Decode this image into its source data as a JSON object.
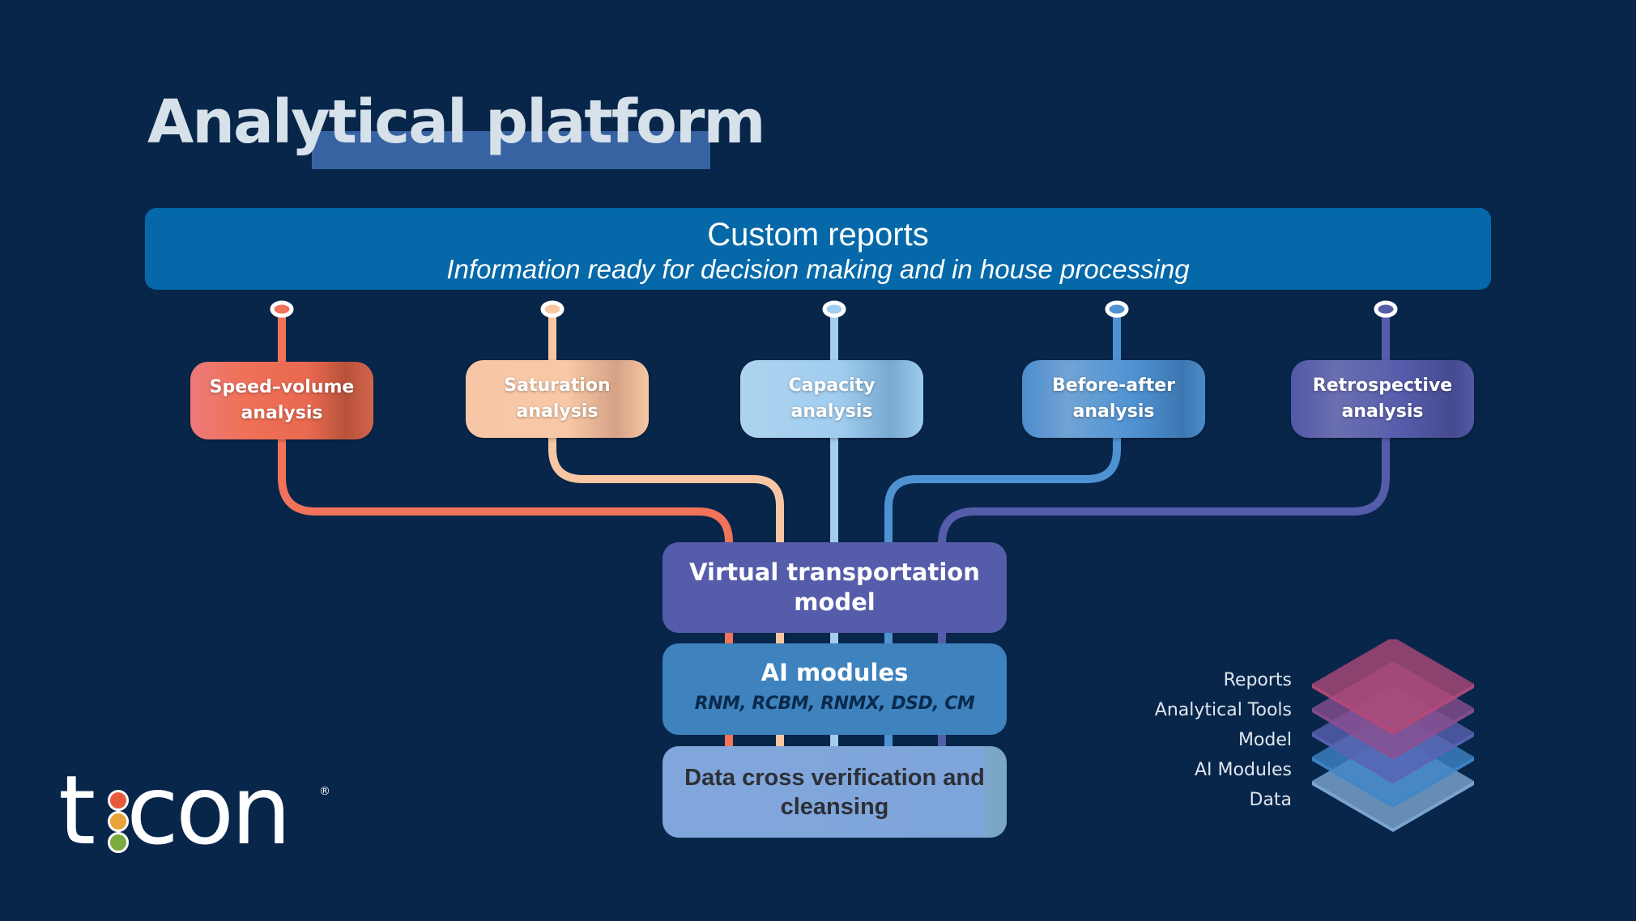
{
  "header": {
    "title": "Analytical platform"
  },
  "reports_banner": {
    "title": "Custom reports",
    "subtitle": "Information ready for decision making and in house processing",
    "color": "#0568a8"
  },
  "analyses": [
    {
      "line1": "Speed–volume",
      "line2": "analysis",
      "color": "#f0735a"
    },
    {
      "line1": "Saturation",
      "line2": "analysis",
      "color": "#f8c6a2"
    },
    {
      "line1": "Capacity",
      "line2": "analysis",
      "color": "#a3cdec"
    },
    {
      "line1": "Before-after",
      "line2": "analysis",
      "color": "#4f92d2"
    },
    {
      "line1": "Retrospective",
      "line2": "analysis",
      "color": "#555ca9"
    }
  ],
  "stack": {
    "model": {
      "line1": "Virtual transportation",
      "line2": "model",
      "color": "#555ca9"
    },
    "ai": {
      "title": "AI modules",
      "subtitle": "RNM, RCBM, RNMX, DSD, CM",
      "color": "#3e82be"
    },
    "data": {
      "line1": "Data cross verification and",
      "line2": "cleansing",
      "color": "#81a6db"
    }
  },
  "layers_legend": {
    "labels": [
      "Reports",
      "Analytical Tools",
      "Model",
      "AI Modules",
      "Data"
    ],
    "colors": [
      "#b24a78",
      "#8a4f8f",
      "#5b63b4",
      "#3f86c8",
      "#82aad4"
    ]
  },
  "logo": {
    "text_t": "t",
    "text_con": "con",
    "registered": "®",
    "dot_colors": [
      "#e85a3c",
      "#e8a438",
      "#7bab3c"
    ]
  }
}
